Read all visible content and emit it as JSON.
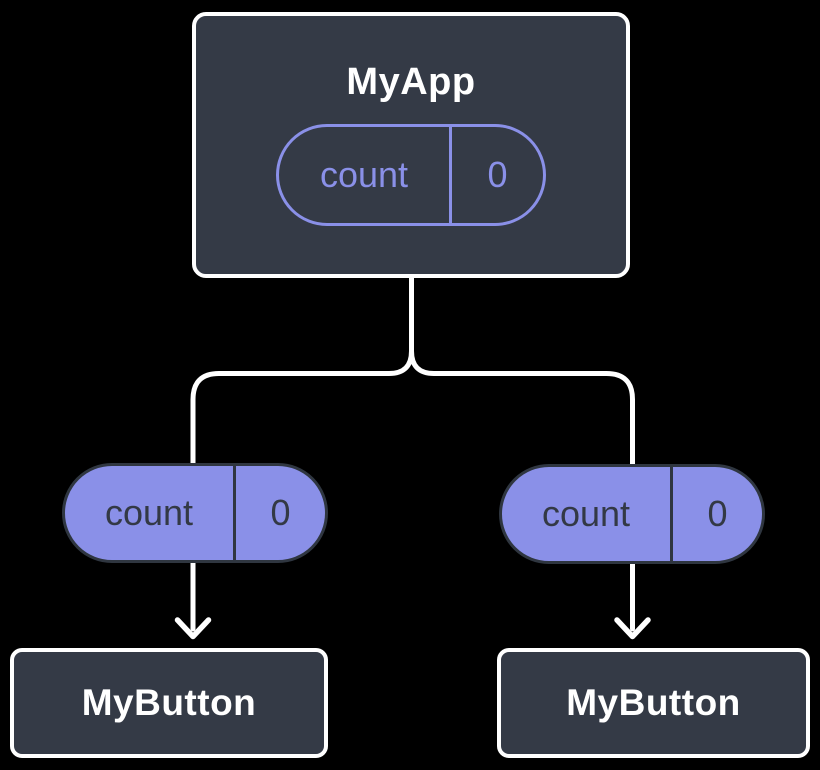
{
  "diagram": {
    "root": {
      "label": "MyApp",
      "state_pill": {
        "name": "count",
        "value": "0"
      }
    },
    "prop_pills": [
      {
        "name": "count",
        "value": "0"
      },
      {
        "name": "count",
        "value": "0"
      }
    ],
    "children": [
      {
        "label": "MyButton"
      },
      {
        "label": "MyButton"
      }
    ]
  },
  "colors": {
    "background": "#000000",
    "node_fill": "#343A46",
    "node_border": "#FFFFFF",
    "accent_purple": "#8A90E8",
    "pill_dark_text": "#333945",
    "connector": "#FFFFFF"
  }
}
